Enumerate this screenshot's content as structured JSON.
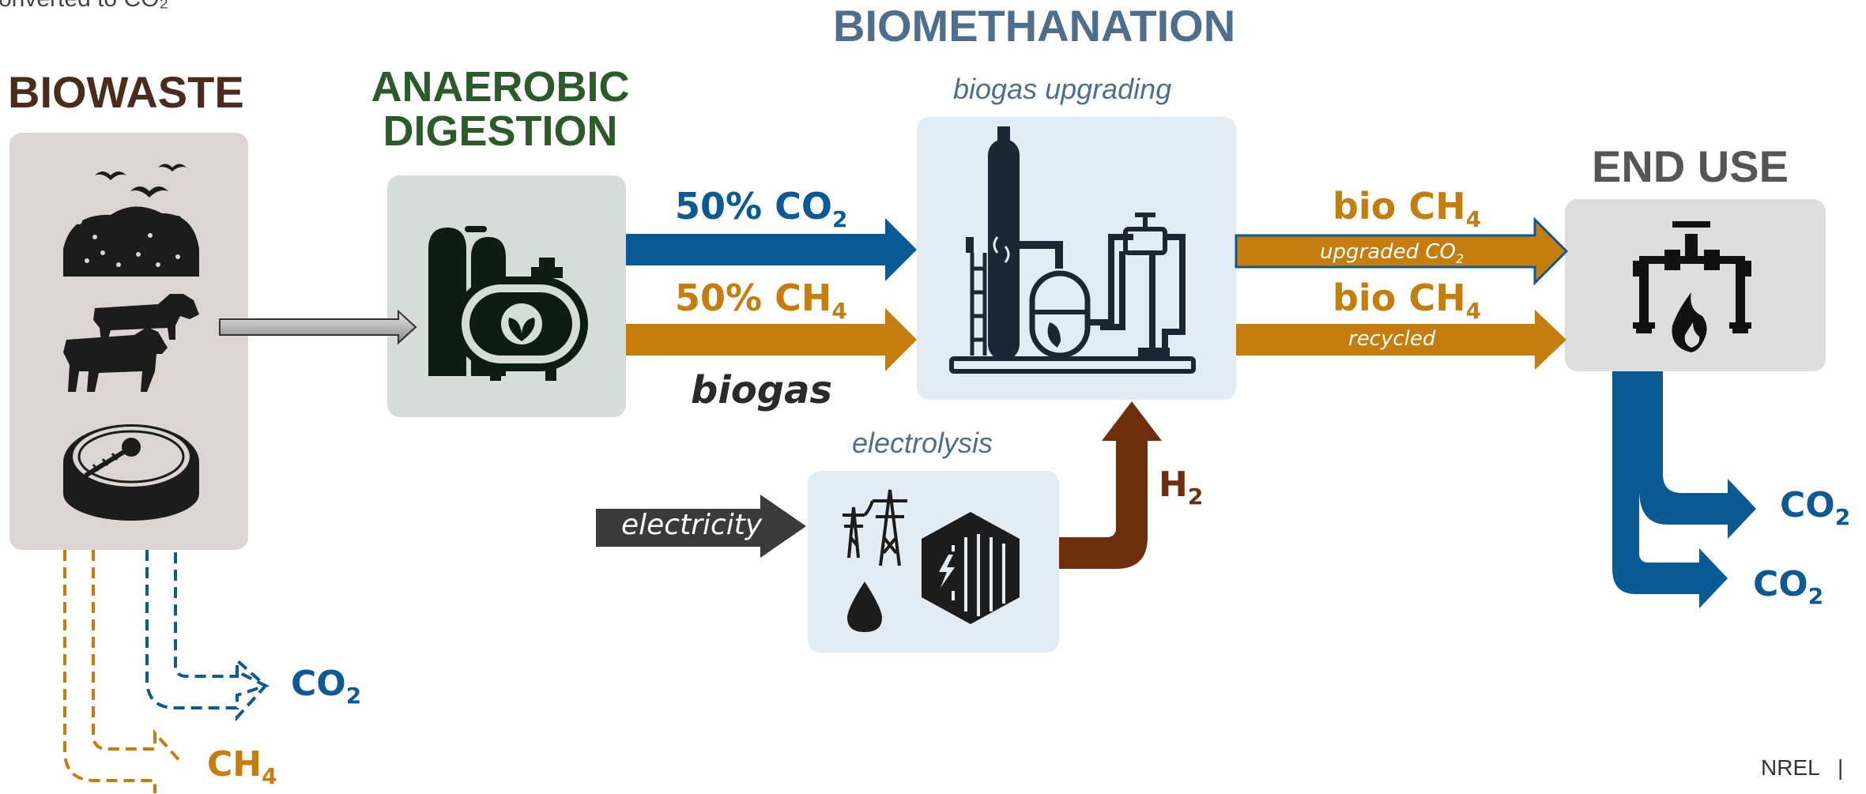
{
  "top_left_fragment": "onverted to CO₂",
  "colors": {
    "biowaste": "#4a2b1e",
    "digestion": "#2d5a2b",
    "biomethanation": "#4e6e8c",
    "co2_blue": "#0b5a93",
    "ch4_orange": "#c57d0d",
    "h2_brown": "#6e2f0d",
    "dark": "#1c1c1c",
    "box_biowaste": "#ddd5d3",
    "box_digestion": "#d5ddd8",
    "box_upgrade": "#e2ecf5",
    "box_enduse": "#dededf"
  },
  "stages": {
    "biowaste": "BIOWASTE",
    "digestion_line1": "ANAEROBIC",
    "digestion_line2": "DIGESTION",
    "biomethanation": "BIOMETHANATION",
    "biogas_upgrading": "biogas upgrading",
    "electrolysis": "electrolysis",
    "end_use": "END USE"
  },
  "flows": {
    "co2_pct": "50% CO",
    "ch4_pct": "50% CH",
    "biogas": "biogas",
    "electricity": "electricity",
    "h2": "H",
    "bio_ch4_top": "bio CH",
    "upgraded_co2": "upgraded CO",
    "bio_ch4_bottom": "bio CH",
    "recycled": "recycled",
    "co2_out_upper": "CO",
    "co2_out_lower": "CO",
    "co2_leak": "CO",
    "ch4_leak": "CH",
    "sub2": "2",
    "sub4": "4"
  },
  "footer": "NREL   |",
  "icons": [
    "birds-and-compost-icon",
    "cows-icon",
    "lagoon-icon",
    "digester-icon",
    "upgrading-plant-icon",
    "power-towers-icon",
    "water-drop-icon",
    "electrolyzer-icon",
    "gas-pipe-flame-icon"
  ]
}
